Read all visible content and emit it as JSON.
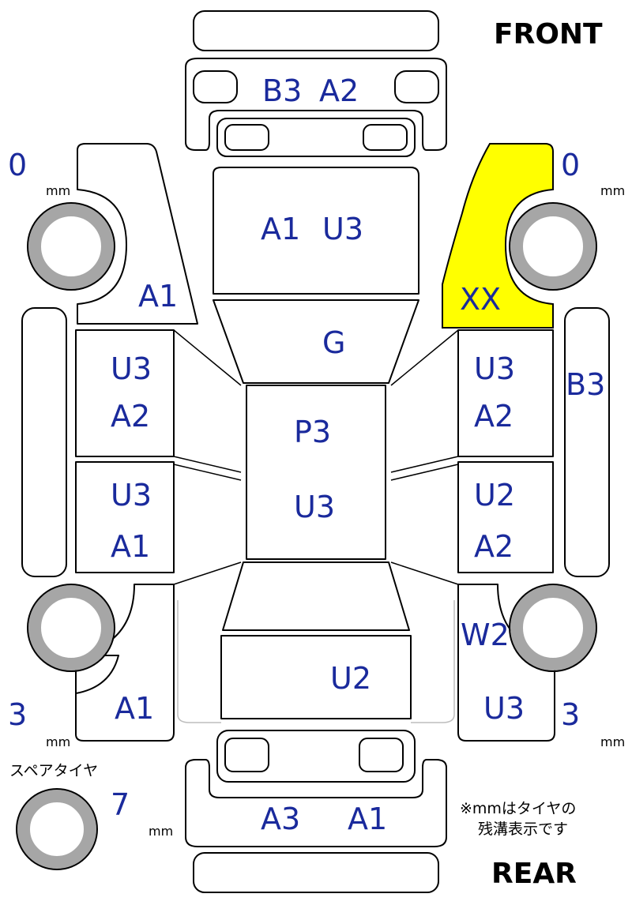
{
  "labels": {
    "front": "FRONT",
    "rear": "REAR",
    "spare": "スペアタイヤ",
    "note_line1": "※mmはタイヤの",
    "note_line2": "残溝表示です"
  },
  "tread": {
    "front_left": {
      "value": "0",
      "unit": "mm"
    },
    "front_right": {
      "value": "0",
      "unit": "mm"
    },
    "rear_left": {
      "value": "3",
      "unit": "mm"
    },
    "rear_right": {
      "value": "3",
      "unit": "mm"
    },
    "spare": {
      "value": "7",
      "unit": "mm"
    }
  },
  "damage": {
    "front_bumper": [
      "B3",
      "A2"
    ],
    "hood": [
      "A1",
      "U3"
    ],
    "windshield": "G",
    "roof": [
      "P3",
      "U3"
    ],
    "trunk": "U2",
    "rear_bumper": [
      "A3",
      "A1"
    ],
    "left_front_fender": "A1",
    "left_front_door": [
      "U3",
      "A2"
    ],
    "left_rear_door": [
      "U3",
      "A1"
    ],
    "left_quarter": "A1",
    "right_front_fender": "XX",
    "right_front_door": [
      "U3",
      "A2"
    ],
    "right_rear_door": [
      "U2",
      "A2"
    ],
    "right_rocker": "B3",
    "right_rear_wheel_arch": "W2",
    "right_quarter": "U3"
  },
  "colors": {
    "code_text": "#1a2a9c",
    "highlight": "#ffff00",
    "tire": "#a6a6a6"
  }
}
